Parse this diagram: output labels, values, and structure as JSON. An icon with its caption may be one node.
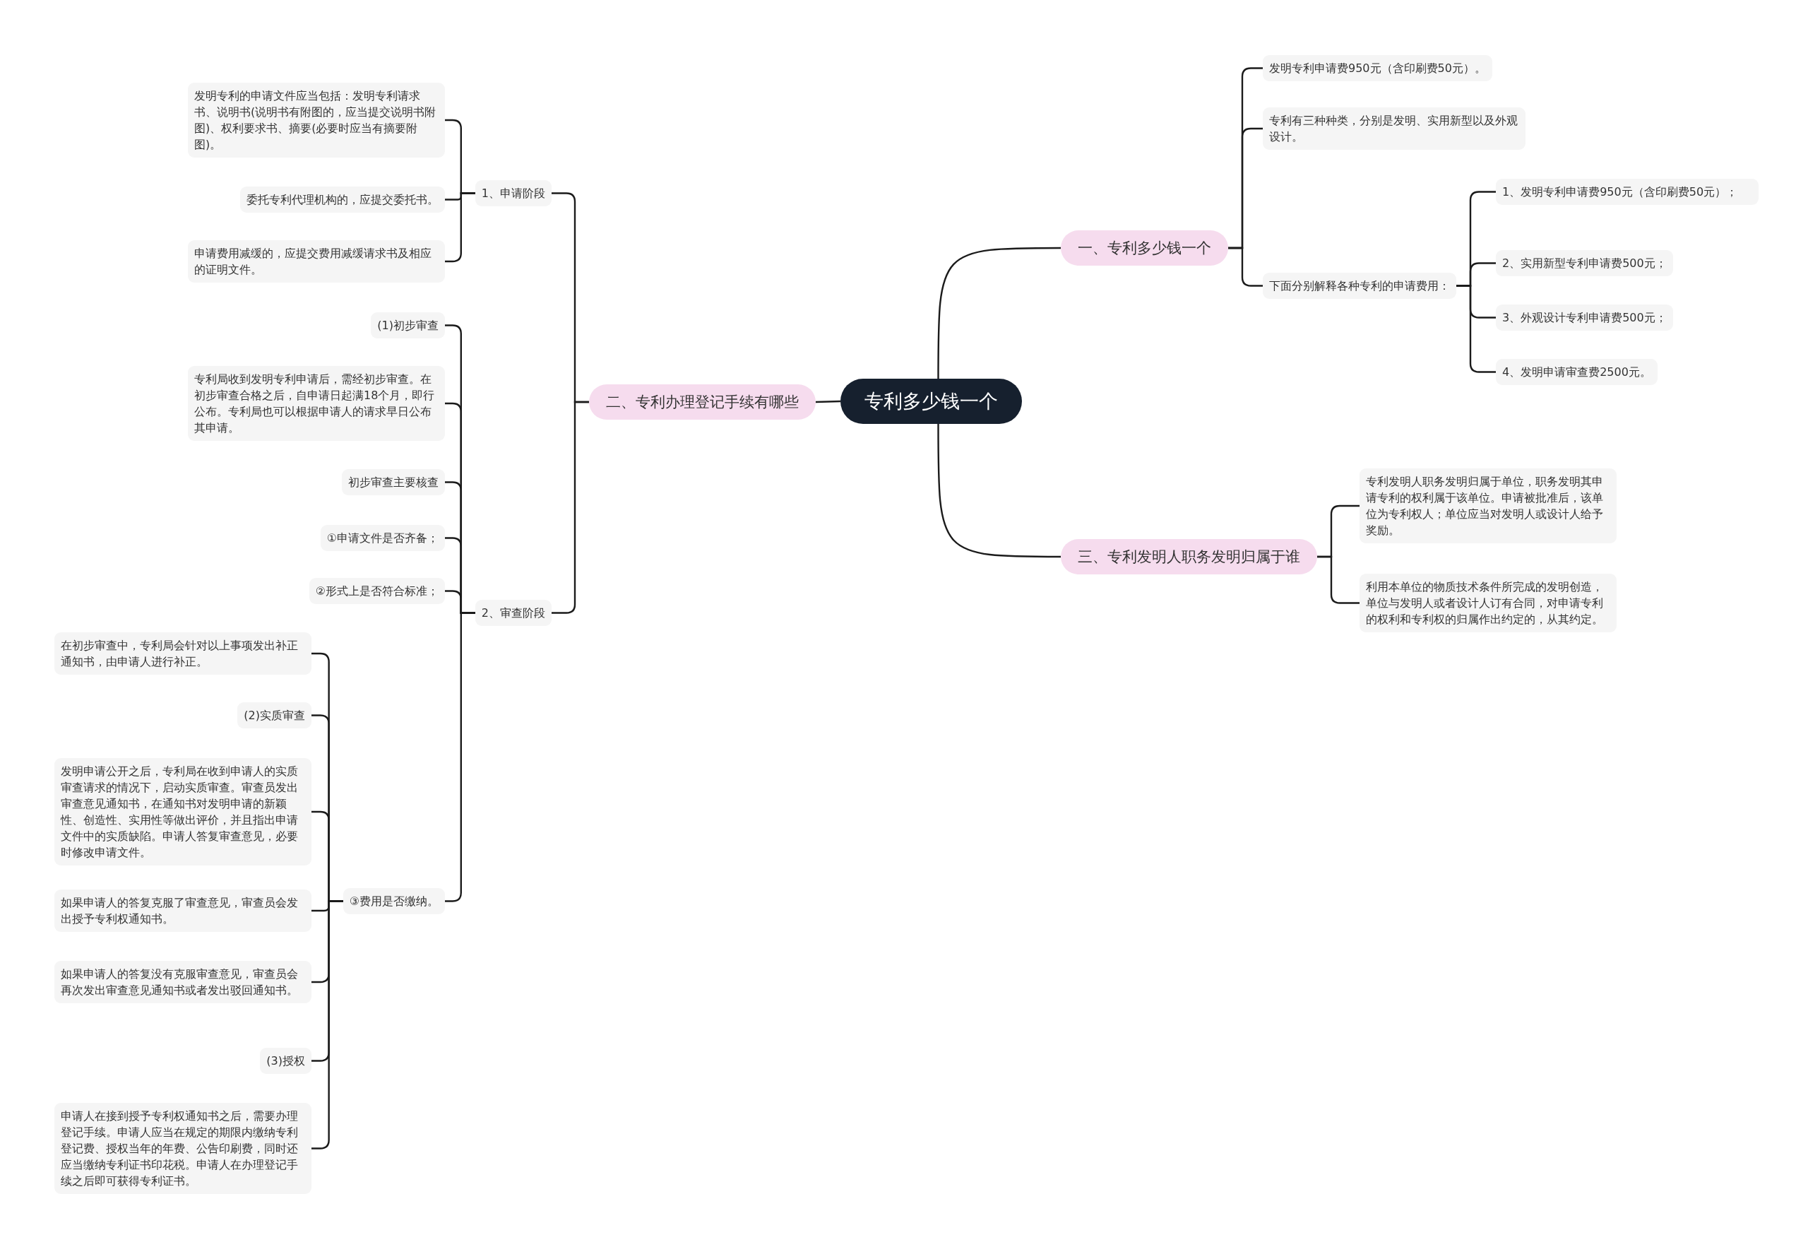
{
  "diagram": {
    "nodes": [
      {
        "text": [
          "专利多少钱一个"
        ]
      },
      {
        "text": [
          "一、专利多少钱一个"
        ]
      },
      {
        "text": [
          "发明专利申请费950元（含印刷费50元）。"
        ]
      },
      {
        "text": [
          "专利有三种种类，分别是发明、实用新型以及外观设计。"
        ]
      },
      {
        "text": [
          "下面分别解释各种专利的申请费用："
        ]
      },
      {
        "text": [
          "1、发明专利申请费950元（含印刷费50元）；"
        ]
      },
      {
        "text": [
          "2、实用新型专利申请费500元；"
        ]
      },
      {
        "text": [
          "3、外观设计专利申请费500元；"
        ]
      },
      {
        "text": [
          "4、发明申请审查费2500元。"
        ]
      },
      {
        "text": [
          "二、专利办理登记手续有哪些"
        ]
      },
      {
        "text": [
          "1、申请阶段"
        ]
      },
      {
        "text": [
          "发明专利的申请文件应当包括：发明专利请求书、说明书(说明书有附图的，应当提交说明书附图)、权利要求书、摘要(必要时应当有摘要附图)。"
        ]
      },
      {
        "text": [
          "委托专利代理机构的，应提交委托书。"
        ]
      },
      {
        "text": [
          "申请费用减缓的，应提交费用减缓请求书及相应的证明文件。"
        ]
      },
      {
        "text": [
          "2、审查阶段"
        ]
      },
      {
        "text": [
          "(1)初步审查"
        ]
      },
      {
        "text": [
          "专利局收到发明专利申请后，需经初步审查。在初步审查合格之后，自申请日起满18个月，即行公布。专利局也可以根据申请人的请求早日公布其申请。"
        ]
      },
      {
        "text": [
          "初步审查主要核查"
        ]
      },
      {
        "text": [
          "①申请文件是否齐备；"
        ]
      },
      {
        "text": [
          "②形式上是否符合标准；"
        ]
      },
      {
        "text": [
          "③费用是否缴纳。"
        ]
      },
      {
        "text": [
          "在初步审查中，专利局会针对以上事项发出补正通知书，由申请人进行补正。"
        ]
      },
      {
        "text": [
          "(2)实质审查"
        ]
      },
      {
        "text": [
          "发明申请公开之后，专利局在收到申请人的实质审查请求的情况下，启动实质审查。审查员发出审查意见通知书，在通知书对发明申请的新颖性、创造性、实用性等做出评价，并且指出申请文件中的实质缺陷。申请人答复审查意见，必要时修改申请文件。"
        ]
      },
      {
        "text": [
          "如果申请人的答复克服了审查意见，审查员会发出授予专利权通知书。"
        ]
      },
      {
        "text": [
          "如果申请人的答复没有克服审查意见，审查员会再次发出审查意见通知书或者发出驳回通知书。"
        ]
      },
      {
        "text": [
          "(3)授权"
        ]
      },
      {
        "text": [
          "申请人在接到授予专利权通知书之后，需要办理登记手续。申请人应当在规定的期限内缴纳专利登记费、授权当年的年费、公告印刷费，同时还应当缴纳专利证书印花税。申请人在办理登记手续之后即可获得专利证书。"
        ]
      },
      {
        "text": [
          "三、专利发明人职务发明归属于谁"
        ]
      },
      {
        "text": [
          "专利发明人职务发明归属于单位，职务发明其申请专利的权利属于该单位。申请被批准后，该单位为专利权人；单位应当对发明人或设计人给予奖励。"
        ]
      },
      {
        "text": [
          "利用本单位的物质技术条件所完成的发明创造，单位与发明人或者设计人订有合同，对申请专利的权利和专利权的归属作出约定的，从其约定。"
        ]
      }
    ],
    "edges": [
      {
        "from": 0,
        "to": 1,
        "arrow": "none"
      },
      {
        "from": 1,
        "to": 2,
        "arrow": "none"
      },
      {
        "from": 1,
        "to": 3,
        "arrow": "none"
      },
      {
        "from": 1,
        "to": 4,
        "arrow": "none"
      },
      {
        "from": 4,
        "to": 5,
        "arrow": "none"
      },
      {
        "from": 4,
        "to": 6,
        "arrow": "none"
      },
      {
        "from": 4,
        "to": 7,
        "arrow": "none"
      },
      {
        "from": 4,
        "to": 8,
        "arrow": "none"
      },
      {
        "from": 0,
        "to": 9,
        "arrow": "none"
      },
      {
        "from": 9,
        "to": 10,
        "arrow": "none"
      },
      {
        "from": 10,
        "to": 11,
        "arrow": "none"
      },
      {
        "from": 10,
        "to": 12,
        "arrow": "none"
      },
      {
        "from": 10,
        "to": 13,
        "arrow": "none"
      },
      {
        "from": 9,
        "to": 14,
        "arrow": "none"
      },
      {
        "from": 14,
        "to": 15,
        "arrow": "none"
      },
      {
        "from": 14,
        "to": 16,
        "arrow": "none"
      },
      {
        "from": 14,
        "to": 17,
        "arrow": "none"
      },
      {
        "from": 14,
        "to": 18,
        "arrow": "none"
      },
      {
        "from": 14,
        "to": 19,
        "arrow": "none"
      },
      {
        "from": 14,
        "to": 20,
        "arrow": "none"
      },
      {
        "from": 20,
        "to": 21,
        "arrow": "none"
      },
      {
        "from": 20,
        "to": 22,
        "arrow": "none"
      },
      {
        "from": 20,
        "to": 23,
        "arrow": "none"
      },
      {
        "from": 20,
        "to": 24,
        "arrow": "none"
      },
      {
        "from": 20,
        "to": 25,
        "arrow": "none"
      },
      {
        "from": 20,
        "to": 26,
        "arrow": "none"
      },
      {
        "from": 20,
        "to": 27,
        "arrow": "none"
      },
      {
        "from": 0,
        "to": 28,
        "arrow": "none"
      },
      {
        "from": 28,
        "to": 29,
        "arrow": "none"
      },
      {
        "from": 28,
        "to": 30,
        "arrow": "none"
      }
    ]
  }
}
